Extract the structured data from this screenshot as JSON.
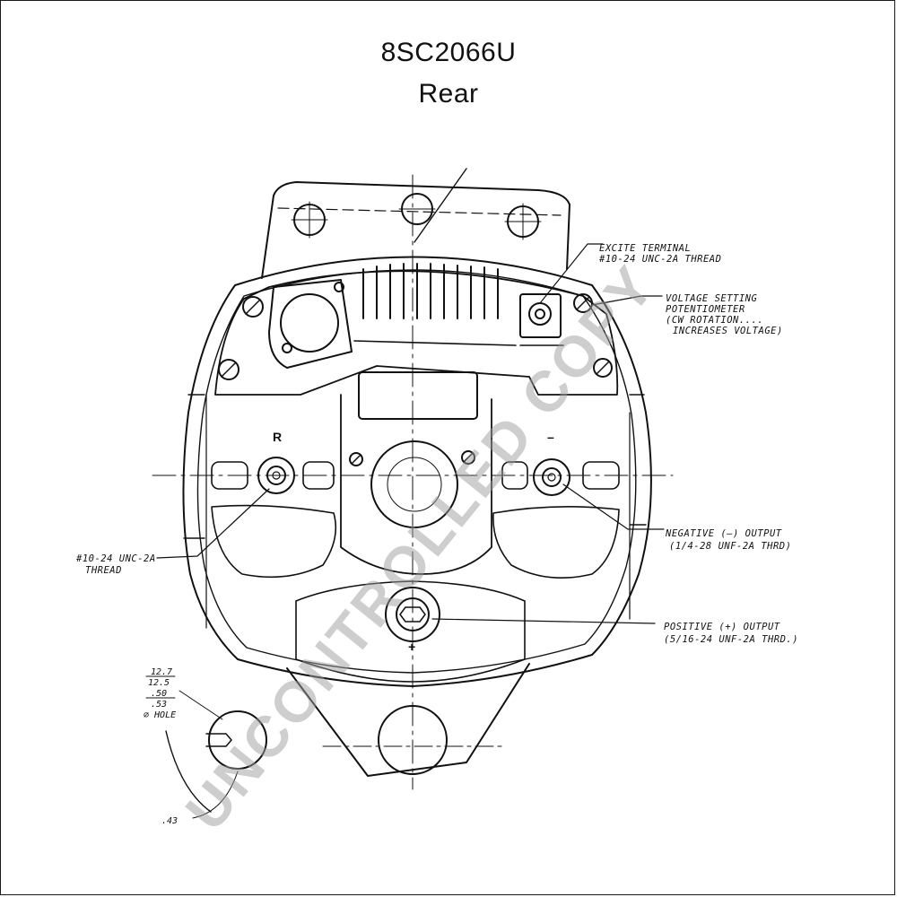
{
  "title": "8SC2066U",
  "view": "Rear",
  "terminal_markings": {
    "r": "R",
    "negative": "–",
    "positive": "+"
  },
  "callouts": {
    "excite_terminal": [
      "EXCITE TERMINAL",
      "#10-24 UNC-2A THREAD"
    ],
    "voltage_setting": [
      "VOLTAGE SETTING",
      "POTENTIOMETER",
      "(CW ROTATION....",
      "INCREASES VOLTAGE)"
    ],
    "negative_output": [
      "NEGATIVE (–) OUTPUT",
      "(1/4-28 UNF-2A THRD)"
    ],
    "positive_output": [
      "POSITIVE (+) OUTPUT",
      "(5/16-24 UNF-2A THRD.)"
    ],
    "r_terminal": [
      "#10-24 UNC-2A",
      "THREAD"
    ]
  },
  "hole_dims": [
    "12.7",
    "12.5",
    ".50",
    ".53",
    "∅ HOLE"
  ],
  "bottom_dim": ".43",
  "watermark": "UNCONTROLLED COPY",
  "colors": {
    "ink": "#111111",
    "watermark": "#9e9e9e"
  }
}
